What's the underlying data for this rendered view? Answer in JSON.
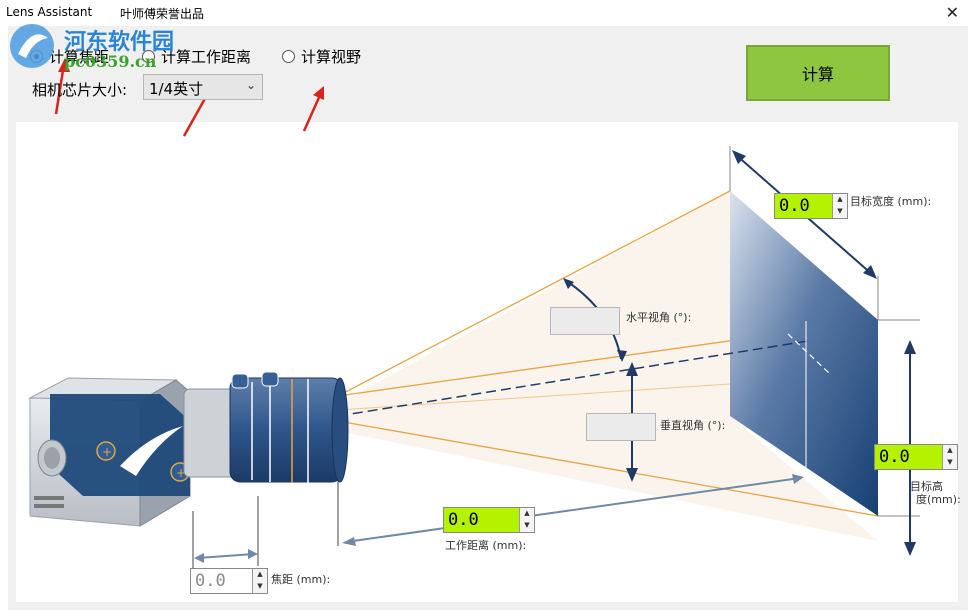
{
  "window": {
    "title": "Lens Assistant",
    "subtitle": "叶师傅荣誉出品",
    "close_glyph": "✕"
  },
  "watermark": {
    "line1": "河东软件园",
    "line2": "pc0359.cn"
  },
  "modes": [
    {
      "label": "计算焦距",
      "checked": true
    },
    {
      "label": "计算工作距离",
      "checked": false
    },
    {
      "label": "计算视野",
      "checked": false
    }
  ],
  "chip": {
    "label": "相机芯片大小:",
    "value": "1/4英寸"
  },
  "calculate_label": "计算",
  "fields": {
    "target_width": {
      "value": "0.0",
      "label": "目标宽度 (mm):"
    },
    "target_height": {
      "value": "0.0",
      "label_line1": "目标高",
      "label_line2": "度(mm):"
    },
    "working_distance": {
      "value": "0.0",
      "label": "工作距离 (mm):"
    },
    "focal_length": {
      "value": "0.0",
      "label": "焦距 (mm):"
    },
    "h_angle": {
      "value": "",
      "label": "水平视角 (°):"
    },
    "v_angle": {
      "value": "",
      "label": "垂直视角 (°):"
    }
  },
  "colors": {
    "accent_green": "#8ec63f",
    "field_green": "#b4f200",
    "navy": "#1f4a7a",
    "orange_line": "#e8a443",
    "arrow_red": "#d9241b"
  }
}
